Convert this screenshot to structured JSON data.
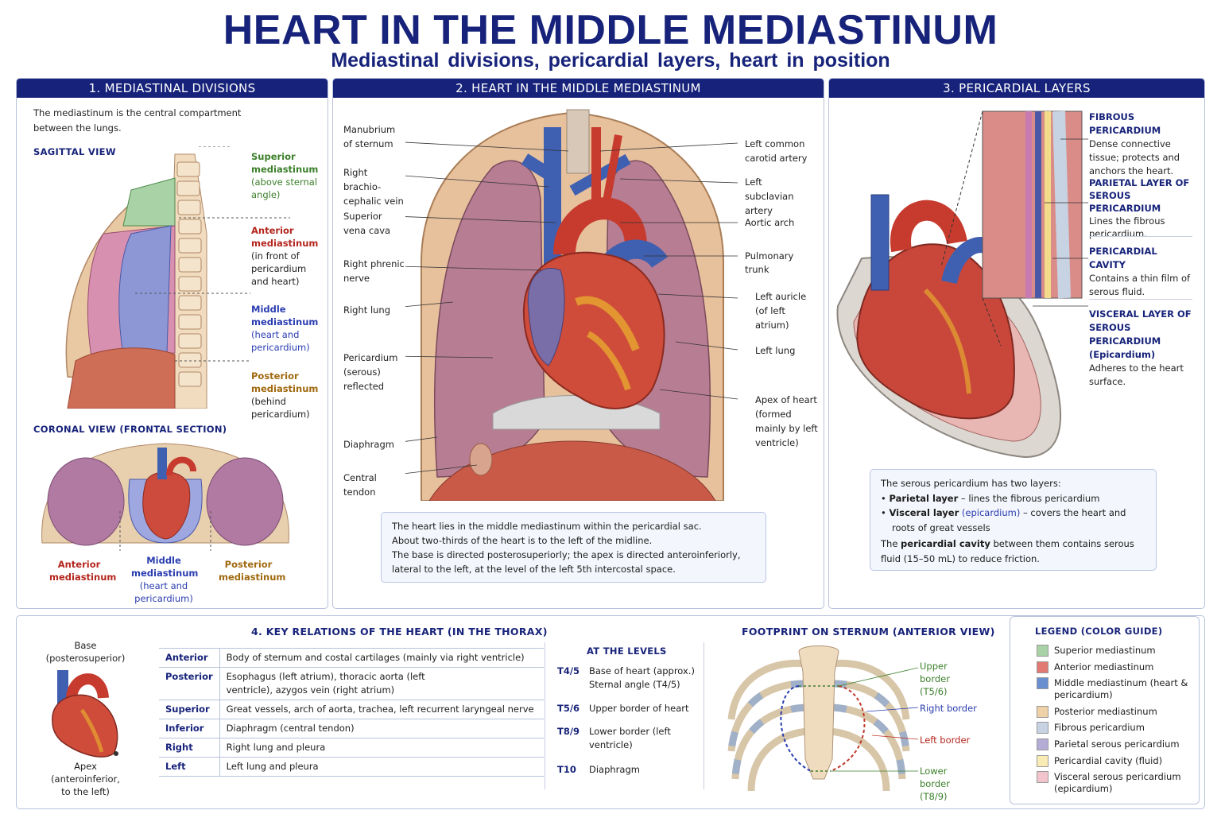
{
  "title": "HEART IN THE MIDDLE MEDIASTINUM",
  "subtitle": "Mediastinal divisions, pericardial layers, heart in position",
  "panel1": {
    "header": "1. MEDIASTINAL DIVISIONS",
    "intro": "The mediastinum is the central compartment between the lungs.",
    "sagittal_heading": "SAGITTAL VIEW",
    "superior_name": "Superior mediastinum",
    "superior_desc": "(above sternal angle)",
    "anterior_name": "Anterior mediastinum",
    "anterior_desc": "(in front of pericardium and heart)",
    "middle_name": "Middle mediastinum",
    "middle_desc": "(heart and pericardium)",
    "posterior_name": "Posterior mediastinum",
    "posterior_desc": "(behind pericardium)",
    "coronal_heading": "CORONAL VIEW (FRONTAL SECTION)",
    "cor_anterior": "Anterior mediastinum",
    "cor_middle_name": "Middle mediastinum",
    "cor_middle_desc": "(heart and pericardium)",
    "cor_posterior": "Posterior mediastinum"
  },
  "panel2": {
    "header": "2. HEART IN THE MIDDLE MEDIASTINUM",
    "left_labels": [
      "Manubrium of sternum",
      "Right brachio- cephalic vein",
      "Superior vena cava",
      "Right phrenic nerve",
      "Right lung",
      "Pericardium (serous) reflected",
      "Diaphragm",
      "Central tendon"
    ],
    "right_labels": [
      "Left common carotid artery",
      "Left subclavian artery",
      "Aortic arch",
      "Pulmonary trunk",
      "Left auricle (of left atrium)",
      "Left lung",
      "Apex of heart (formed mainly by left ventricle)"
    ],
    "note": [
      "The heart lies in the middle mediastinum within the pericardial sac.",
      "About two-thirds of the heart is to the left of the midline.",
      "The base is directed posterosuperiorly; the apex is directed anteroinferiorly,",
      "lateral to the left, at the level of the left 5th intercostal space."
    ]
  },
  "panel3": {
    "header": "3. PERICARDIAL LAYERS",
    "layers": [
      {
        "name": "FIBROUS PERICARDIUM",
        "desc": "Dense connective tissue; protects and anchors the heart."
      },
      {
        "name": "PARIETAL LAYER OF SEROUS PERICARDIUM",
        "desc": "Lines the fibrous pericardium."
      },
      {
        "name": "PERICARDIAL CAVITY",
        "desc": "Contains a thin film of serous fluid."
      },
      {
        "name": "VISCERAL LAYER OF SEROUS PERICARDIUM (Epicardium)",
        "desc": "Adheres to the heart surface."
      }
    ],
    "note_intro": "The serous pericardium has two layers:",
    "b1_term": "Parietal layer",
    "b1_rest": " – lines the fibrous pericardium",
    "b2_term": "Visceral layer",
    "b2_paren": " (epicardium)",
    "b2_rest": " – covers the heart and roots of great vessels",
    "cavity_pre": "The ",
    "cavity_term": "pericardial cavity",
    "cavity_rest": " between them contains serous fluid (15–50 mL) to reduce friction."
  },
  "panel4": {
    "header": "4. KEY RELATIONS OF THE HEART (IN THE THORAX)",
    "base_label": "Base (posterosuperior)",
    "apex_label": "Apex (anteroinferior, to the left)",
    "relations": [
      {
        "key": "Anterior",
        "value": "Body of sternum and costal cartilages (mainly via right ventricle)"
      },
      {
        "key": "Posterior",
        "value": "Esophagus (left atrium), thoracic aorta (left ventricle), azygos vein (right atrium)"
      },
      {
        "key": "Superior",
        "value": "Great vessels, arch of aorta, trachea, left recurrent laryngeal nerve"
      },
      {
        "key": "Inferior",
        "value": "Diaphragm (central tendon)"
      },
      {
        "key": "Right",
        "value": "Right lung and pleura"
      },
      {
        "key": "Left",
        "value": "Left lung and pleura"
      }
    ],
    "levels_heading": "AT THE LEVELS",
    "levels": [
      {
        "level": "T4/5",
        "desc": "Base of heart (approx.) Sternal angle (T4/5)"
      },
      {
        "level": "T5/6",
        "desc": "Upper border of heart"
      },
      {
        "level": "T8/9",
        "desc": "Lower border (left ventricle)"
      },
      {
        "level": "T10",
        "desc": "Diaphragm"
      }
    ],
    "footprint_heading": "FOOTPRINT ON STERNUM (ANTERIOR VIEW)",
    "upper_border": "Upper border (T5/6)",
    "right_border": "Right border",
    "left_border": "Left border",
    "lower_border": "Lower border (T8/9)"
  },
  "legend": {
    "heading": "LEGEND (COLOR GUIDE)",
    "items": [
      {
        "label": "Superior mediastinum",
        "color": "#a9d2a6"
      },
      {
        "label": "Anterior mediastinum",
        "color": "#e07a72"
      },
      {
        "label": "Middle mediastinum (heart & pericardium)",
        "color": "#6a8fd0"
      },
      {
        "label": "Posterior mediastinum",
        "color": "#eed1a6"
      },
      {
        "label": "Fibrous pericardium",
        "color": "#c7d2e2"
      },
      {
        "label": "Parietal serous pericardium",
        "color": "#b5acd6"
      },
      {
        "label": "Pericardial cavity (fluid)",
        "color": "#f8ecb4"
      },
      {
        "label": "Visceral serous pericardium (epicardium)",
        "color": "#f1c5cb"
      }
    ]
  }
}
